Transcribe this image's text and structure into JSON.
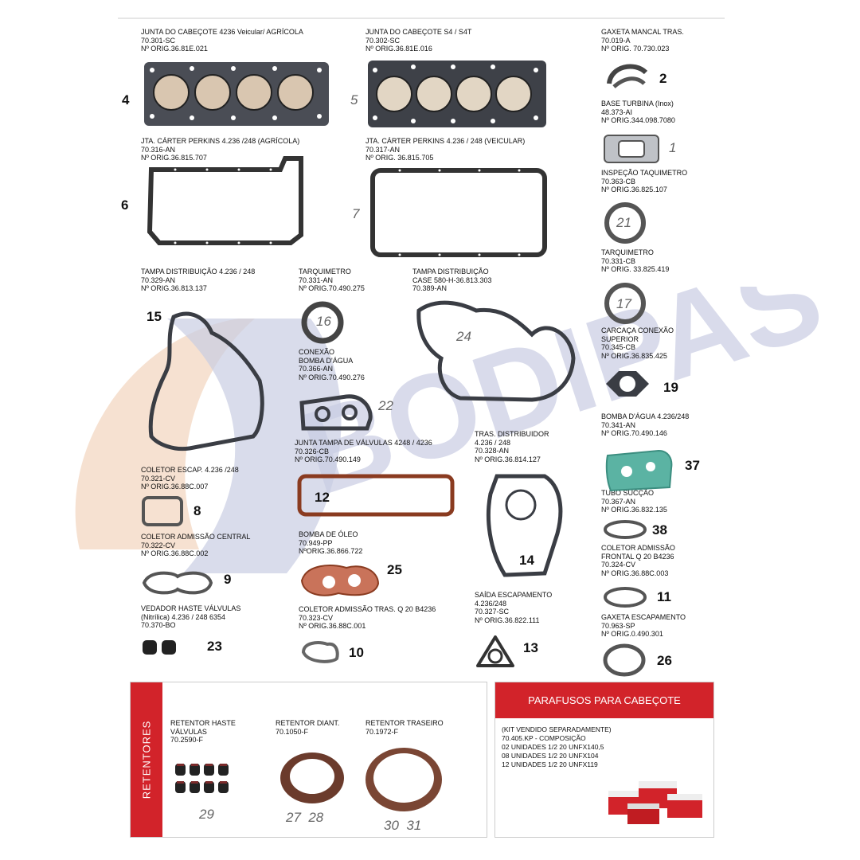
{
  "watermark": "BODIPASA",
  "parts": [
    {
      "id": "p4",
      "lines": [
        "JUNTA DO CABEÇOTE 4236 Veicular/ AGRÍCOLA",
        "70.301-SC",
        "Nº ORIG.36.81E.021"
      ],
      "num": "4"
    },
    {
      "id": "p5",
      "lines": [
        "JUNTA DO CABEÇOTE S4 / S4T",
        "70.302-SC",
        "Nº ORIG.36.81E.016"
      ],
      "num": "5"
    },
    {
      "id": "p2",
      "lines": [
        "GAXETA MANCAL TRAS.",
        "70.019-A",
        "Nº ORIG. 70.730.023"
      ],
      "num": "2"
    },
    {
      "id": "p1",
      "lines": [
        "BASE TURBINA (Inox)",
        "48.373-AI",
        "Nº ORIG.344.098.7080"
      ],
      "num": "1"
    },
    {
      "id": "p6",
      "lines": [
        "JTA. CÁRTER PERKINS 4.236 /248 (AGRÍCOLA)",
        "70.316-AN",
        "Nº ORIG.36.815.707"
      ],
      "num": "6"
    },
    {
      "id": "p7",
      "lines": [
        "JTA. CÁRTER PERKINS 4.236 / 248 (VEICULAR)",
        "70.317-AN",
        "Nº ORIG. 36.815.705"
      ],
      "num": "7"
    },
    {
      "id": "p21",
      "lines": [
        "INSPEÇÃO TAQUIMETRO",
        "70.363-CB",
        "Nº ORIG.36.825.107"
      ],
      "num": "21"
    },
    {
      "id": "p17",
      "lines": [
        "TARQUIMETRO",
        "70.331-CB",
        "Nº ORIG. 33.825.419"
      ],
      "num": "17"
    },
    {
      "id": "p15",
      "lines": [
        "TAMPA DISTRIBUIÇÃO 4.236 / 248",
        "70.329-AN",
        "Nº ORIG.36.813.137"
      ],
      "num": "15"
    },
    {
      "id": "p16",
      "lines": [
        "TARQUIMETRO",
        "70.331-AN",
        "Nº ORIG.70.490.275"
      ],
      "num": "16"
    },
    {
      "id": "p24",
      "lines": [
        "TAMPA DISTRIBUIÇÃO",
        "CASE 580-H-36.813.303",
        "70.389-AN"
      ],
      "num": "24"
    },
    {
      "id": "p19",
      "lines": [
        "CARCAÇA CONEXÃO",
        "SUPERIOR",
        "70.345-CB",
        "Nº ORIG.36.835.425"
      ],
      "num": "19"
    },
    {
      "id": "p22",
      "lines": [
        "CONEXÃO",
        "BOMBA D'ÁGUA",
        "70.366-AN",
        "Nº ORIG.70.490.276"
      ],
      "num": "22"
    },
    {
      "id": "p37",
      "lines": [
        "BOMBA D'ÁGUA 4.236/248",
        "70.341-AN",
        "Nº ORIG.70.490.146"
      ],
      "num": "37"
    },
    {
      "id": "p12",
      "lines": [
        "JUNTA TAMPA DE VÁLVULAS 4248 / 4236",
        "70.326-CB",
        "Nº ORIG.70.490.149"
      ],
      "num": "12"
    },
    {
      "id": "p14",
      "lines": [
        "TRAS. DISTRIBUIDOR",
        "4.236 / 248",
        "70.328-AN",
        "Nº ORIG.36.814.127"
      ],
      "num": "14"
    },
    {
      "id": "p8",
      "lines": [
        "COLETOR ESCAP. 4.236 /248",
        "70.321-CV",
        "Nº ORIG.36.88C.007"
      ],
      "num": "8"
    },
    {
      "id": "p38",
      "lines": [
        "TUBO SUCÇÃO",
        "70.367-AN",
        "Nº ORIG.36.832.135"
      ],
      "num": "38"
    },
    {
      "id": "p9",
      "lines": [
        "COLETOR ADMISSÃO CENTRAL",
        "70.322-CV",
        "Nº ORIG.36.88C.002"
      ],
      "num": "9"
    },
    {
      "id": "p25",
      "lines": [
        "BOMBA DE ÓLEO",
        "70.949-PP",
        "NºORIG.36.866.722"
      ],
      "num": "25"
    },
    {
      "id": "p11",
      "lines": [
        "COLETOR ADMISSÃO",
        "FRONTAL Q 20 B4236",
        "70.324-CV",
        "Nº ORIG.36.88C.003"
      ],
      "num": "11"
    },
    {
      "id": "p13",
      "lines": [
        "SAÍDA ESCAPAMENTO",
        "4.236/248",
        "70.327-SC",
        "Nº ORIG.36.822.111"
      ],
      "num": "13"
    },
    {
      "id": "p23",
      "lines": [
        "VEDADOR HASTE VÁLVULAS",
        "(Nitrílica) 4.236 / 248 6354",
        "70.370-BO"
      ],
      "num": "23"
    },
    {
      "id": "p10",
      "lines": [
        "COLETOR ADMISSÃO TRAS. Q 20 B4236",
        "70.323-CV",
        "Nº ORIG.36.88C.001"
      ],
      "num": "10"
    },
    {
      "id": "p26",
      "lines": [
        "GAXETA ESCAPAMENTO",
        "70.963-SP",
        "Nº ORIG.0.490.301"
      ],
      "num": "26"
    }
  ],
  "retentores": {
    "side_label": "RETENTORES",
    "items": [
      {
        "lines": [
          "RETENTOR HASTE",
          "VÁLVULAS",
          "70.2590-F"
        ],
        "nums": "29"
      },
      {
        "lines": [
          "RETENTOR DIANT.",
          "70.1050-F"
        ],
        "nums": "27  28"
      },
      {
        "lines": [
          "RETENTOR TRASEIRO",
          "70.1972-F"
        ],
        "nums": "30  31"
      }
    ]
  },
  "parafusos": {
    "header": "PARAFUSOS PARA CABEÇOTE",
    "lines": [
      "(KIT VENDIDO SEPARADAMENTE)",
      "70.405.KP   - COMPOSIÇÃO",
      "02 UNIDADES 1/2 20 UNFX140,5",
      "08 UNIDADES 1/2 20 UNFX104",
      "12 UNIDADES 1/2 20 UNFX119"
    ]
  },
  "colors": {
    "red": "#d2232a",
    "gasket": "#3a3d44",
    "copper": "#b9653f",
    "teal": "#5bb3a3",
    "watermark_blue": "#c9cde3",
    "watermark_orange": "#f4d9c5"
  }
}
